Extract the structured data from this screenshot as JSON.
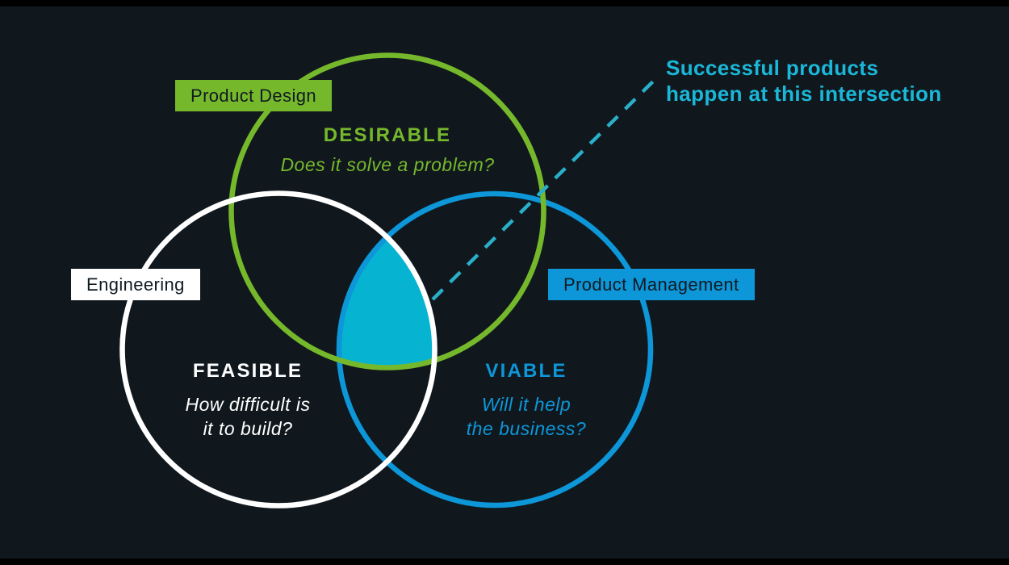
{
  "colors": {
    "background": "#10181e",
    "letterbox": "#000000",
    "dark_text": "#101a21",
    "intersection_fill": "#06b4d1",
    "dash": "#2aafc9",
    "annotation_text": "#1bb7d8"
  },
  "circles": [
    {
      "label": "Product Design",
      "title": "DESIRABLE",
      "question_lines": [
        "Does it solve a problem?"
      ],
      "color": "#76b82b"
    },
    {
      "label": "Engineering",
      "title": "FEASIBLE",
      "question_lines": [
        "How difficult is",
        "it to build?"
      ],
      "color": "#ffffff"
    },
    {
      "label": "Product Management",
      "title": "VIABLE",
      "question_lines": [
        "Will it help",
        "the business?"
      ],
      "color": "#0d96d8"
    }
  ],
  "annotation": {
    "lines": [
      "Successful products",
      "happen at this intersection"
    ]
  }
}
